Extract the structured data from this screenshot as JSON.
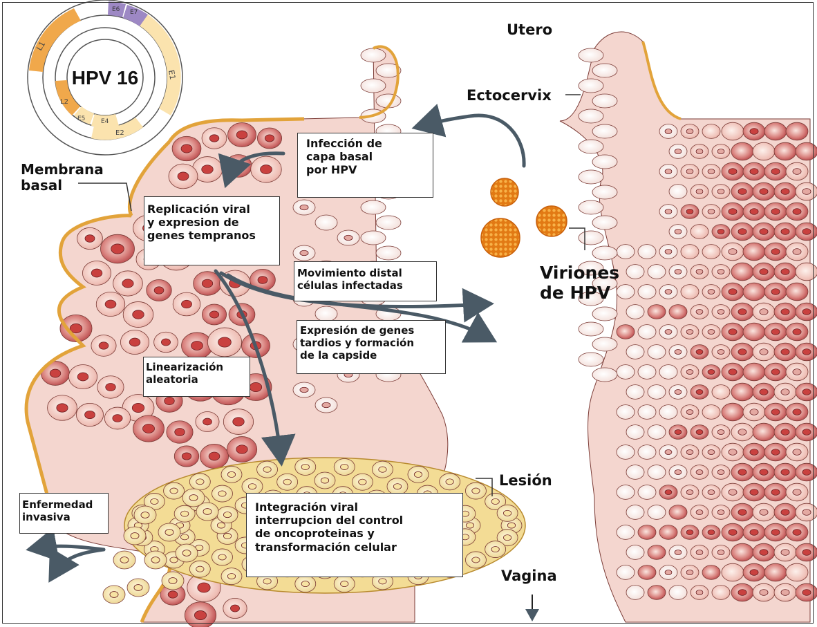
{
  "labels": {
    "utero": "Utero",
    "ectocervix": "Ectocervix",
    "membrana_basal": "Membrana\nbasal",
    "viriones": "Viriones\nde HPV",
    "lesion": "Lesión",
    "vagina": "Vagina"
  },
  "boxes": {
    "infeccion": "Infección de\ncapa basal\npor HPV",
    "replicacion": "Replicación viral\ny expresion de\ngenes tempranos",
    "movimiento": "Movimiento distal\ncélulas infectadas",
    "expresion": "Expresión de genes\ntardios y formación\nde la capside",
    "linearizacion": "Linearización\naleatoria",
    "enfermedad": "Enfermedad\ninvasiva",
    "integracion": "Integración viral\ninterrupcion del control\nde oncoproteinas y\ntransformación celular"
  },
  "genome": {
    "title": "HPV 16",
    "genes": [
      "L1",
      "L2",
      "E1",
      "E2",
      "E4",
      "E5",
      "E6",
      "E7"
    ]
  },
  "colors": {
    "tissue_dark": "#b8343a",
    "tissue_mid": "#dc8f8c",
    "tissue_light": "#f6e0da",
    "membrane": "#e2a33a",
    "lesion": "#f3dc95",
    "virion": "#e8821e",
    "arrow": "#4a5a66"
  }
}
